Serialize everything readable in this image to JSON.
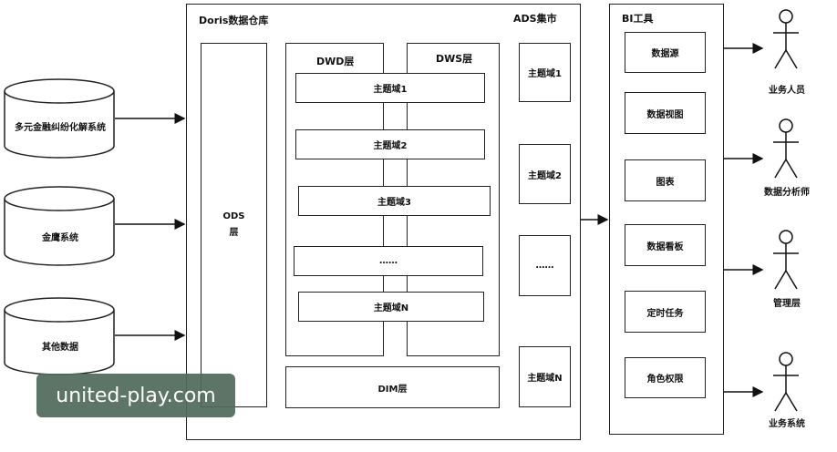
{
  "sources": [
    "多元金融纠纷化解系统",
    "金鹰系统",
    "其他数据"
  ],
  "warehouse": {
    "title": "Doris数据仓库",
    "ods": "ODS\n层",
    "dwd": "DWD层",
    "dws": "DWS层",
    "topics": [
      "主题域1",
      "主题域2",
      "主题域3",
      "……",
      "主题域N"
    ],
    "dim": "DIM层"
  },
  "ads": {
    "title": "ADS集市",
    "items": [
      "主题域1",
      "主题域2",
      "……",
      "主题域N"
    ]
  },
  "bi": {
    "title": "BI工具",
    "items": [
      "数据源",
      "数据视图",
      "图表",
      "数据看板",
      "定时任务",
      "角色权限"
    ]
  },
  "users": [
    "业务人员",
    "数据分析师",
    "管理层",
    "业务系统"
  ],
  "watermark": "united-play.com"
}
